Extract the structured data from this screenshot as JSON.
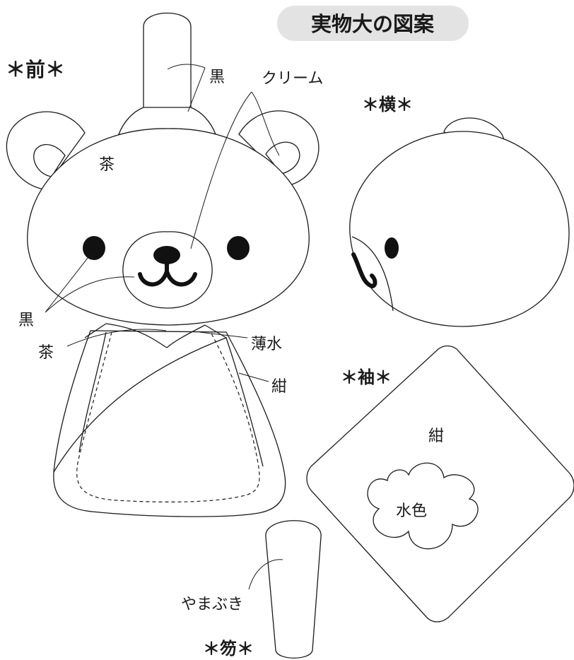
{
  "title_badge": {
    "text": "実物大の図案",
    "bg_color": "#e3e3e3"
  },
  "sections": {
    "front": "＊前＊",
    "side": "＊横＊",
    "sleeve": "＊袖＊",
    "shaku": "＊笏＊"
  },
  "color_labels": {
    "hat_black": "黒",
    "cream": "クリーム",
    "head_brown": "茶",
    "eyes_black": "黒",
    "collar_brown": "茶",
    "light_blue": "薄水",
    "navy": "紺",
    "sleeve_navy": "紺",
    "flower": "水色",
    "yamabuki": "やまぶき"
  }
}
